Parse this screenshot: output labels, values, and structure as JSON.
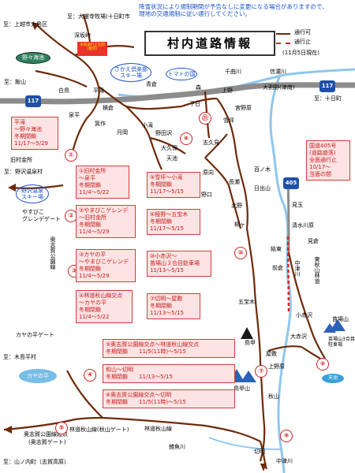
{
  "header": {
    "notice": [
      "降雪状況により規制期間が予告なしに変更になる場合がありますので、",
      "現地の交通規制に従い通行してください。"
    ],
    "title": "村内道路情報"
  },
  "legend": {
    "open": "通行可",
    "closed": "通行止",
    "date": "(11月5日現在)"
  },
  "route_badges": {
    "r117_left": "117",
    "r117_right": "117",
    "r405": "405"
  },
  "destinations": {
    "joetsu": "至：上越市大島区",
    "oshiki": "至：大厳寺牧場(十日町市",
    "iiyama": "至：飯山",
    "tokamachi": "至：十日町",
    "nozawa": "至：野沢温泉村",
    "kijimadaira": "至：木島平村",
    "yamanouchi": "至：山ノ内町（志賀高原）"
  },
  "places": {
    "fukasaka": "深坂峠",
    "shiratori": "白鳥",
    "hiratake": "平滝",
    "yokokura": "横倉",
    "aokura": "青倉",
    "mori": "森",
    "joten": "上野",
    "senkyo": "千曲川",
    "shinano": "信濃川",
    "onogawa": "大割野(津南)",
    "sosaka": "反里",
    "shitou": "下日",
    "miyanohara": "宮野原",
    "kakkasuku": "月岡",
    "kosaka": "小滝",
    "mikochi": "箕作",
    "nodasawa": "野田沢",
    "okubo": "大久保",
    "tenjin": "天池",
    "shidami": "志久見",
    "harano": "原向",
    "hakoya": "百ノ木",
    "yukitsubo": "雪坪",
    "nagasawa": "長瀬",
    "hiraki": "日出山",
    "nouno": "野口",
    "kitano": "北野",
    "yanagi": "柳ヶ",
    "kyuka": "旧村金所",
    "kayanotaira": "カヤの平ゲート",
    "okushiga_v": "奥志賀公園線",
    "okushiga_kogen": "奥志賀公園線起点",
    "okushiga_gate": "(奥志賀ゲート)",
    "rindo_akiyama": "林道秋山線(秋山ゲート)",
    "rindo_akiyama2": "林道秋山線",
    "zakogawa": "雑魚川",
    "kirido": "切明",
    "nakatsugawa": "中津川",
    "nakatsugawa_v": "中津川",
    "wakasa": "結東",
    "maeri": "前倉",
    "goshikigi": "五宝木",
    "yashiki": "屋敷",
    "akiyama": "秋山",
    "kosakagawa": "小赤沢",
    "oakazawa": "大赤沢",
    "mikura": "見玉",
    "seisui": "清水川原",
    "miyuri": "見倉",
    "higashi_akiyama": "東秋山林道",
    "wada": "和山",
    "uenohara": "上野原",
    "natsume": "夏",
    "shiraiwa": "鳥甲山",
    "takaba": "苗場山",
    "naeba": "苗場山",
    "naeba3": "苗場山3合目\n駐車場",
    "tennen": "天池",
    "yasu": "やすびこ\nグレンデゲート"
  },
  "ovals": {
    "nozawa_lake": "野々海池",
    "sakaeura": "さかえ倶楽部\nスキー場",
    "tomato": "トマトの国",
    "nozawa_ski": "野沢温泉\nスキー場",
    "kaya": "カヤの平",
    "tenku": "天池"
  },
  "sign": "冬期通行止区間\n(積雪)",
  "route_numbers": [
    "①",
    "②",
    "③",
    "④",
    "⑤",
    "⑥",
    "⑦",
    "⑧",
    "⑨",
    "⑩",
    "⑪"
  ],
  "boxes": [
    {
      "lines": [
        "平滝",
        "～野々海池",
        "冬期閉鎖",
        "11/17～5/29"
      ]
    },
    {
      "lines": [
        "①旧村金所",
        "～泉平",
        "冬期閉鎖",
        "11/4～5/22"
      ]
    },
    {
      "lines": [
        "②やまびこゲレンデ",
        "～旧村金所",
        "冬期閉鎖",
        "11/4～5/29"
      ]
    },
    {
      "lines": [
        "③カヤの平",
        "～やまびこゲレンデ",
        "冬期閉鎖",
        "11/4～5/29"
      ]
    },
    {
      "lines": [
        "④林道秋山線交点",
        "～カヤの平",
        "冬期閉鎖",
        "11/4～5/22"
      ]
    },
    {
      "lines": [
        "⑤雪坪～小滝",
        "冬期閉鎖",
        "11/17～5/15"
      ]
    },
    {
      "lines": [
        "⑥極野～五宝木",
        "冬期閉鎖",
        "11/17～5/15"
      ]
    },
    {
      "lines": [
        "⑩小赤沢～",
        "苗場山３合目駐車場",
        "11/13～5/15"
      ]
    },
    {
      "lines": [
        "⑦切明～屋敷",
        "冬期閉鎖",
        "11/13～5/15"
      ]
    },
    {
      "lines": [
        "⑤奥志賀公園線交点～林道秋山線交点",
        "冬期閉鎖　　11/5(11時)～5/15"
      ]
    },
    {
      "lines": [
        "和山～切明",
        "冬期閉鎖　　11/13～5/15"
      ]
    },
    {
      "lines": [
        "⑥奥志賀公園線交点～切明",
        "冬期閉鎖　　11/5(11時)～5/15"
      ]
    },
    {
      "lines": [
        "国道405号",
        "(道路崩落)",
        "全面通行止",
        "10/17～",
        "当面の間"
      ]
    }
  ]
}
